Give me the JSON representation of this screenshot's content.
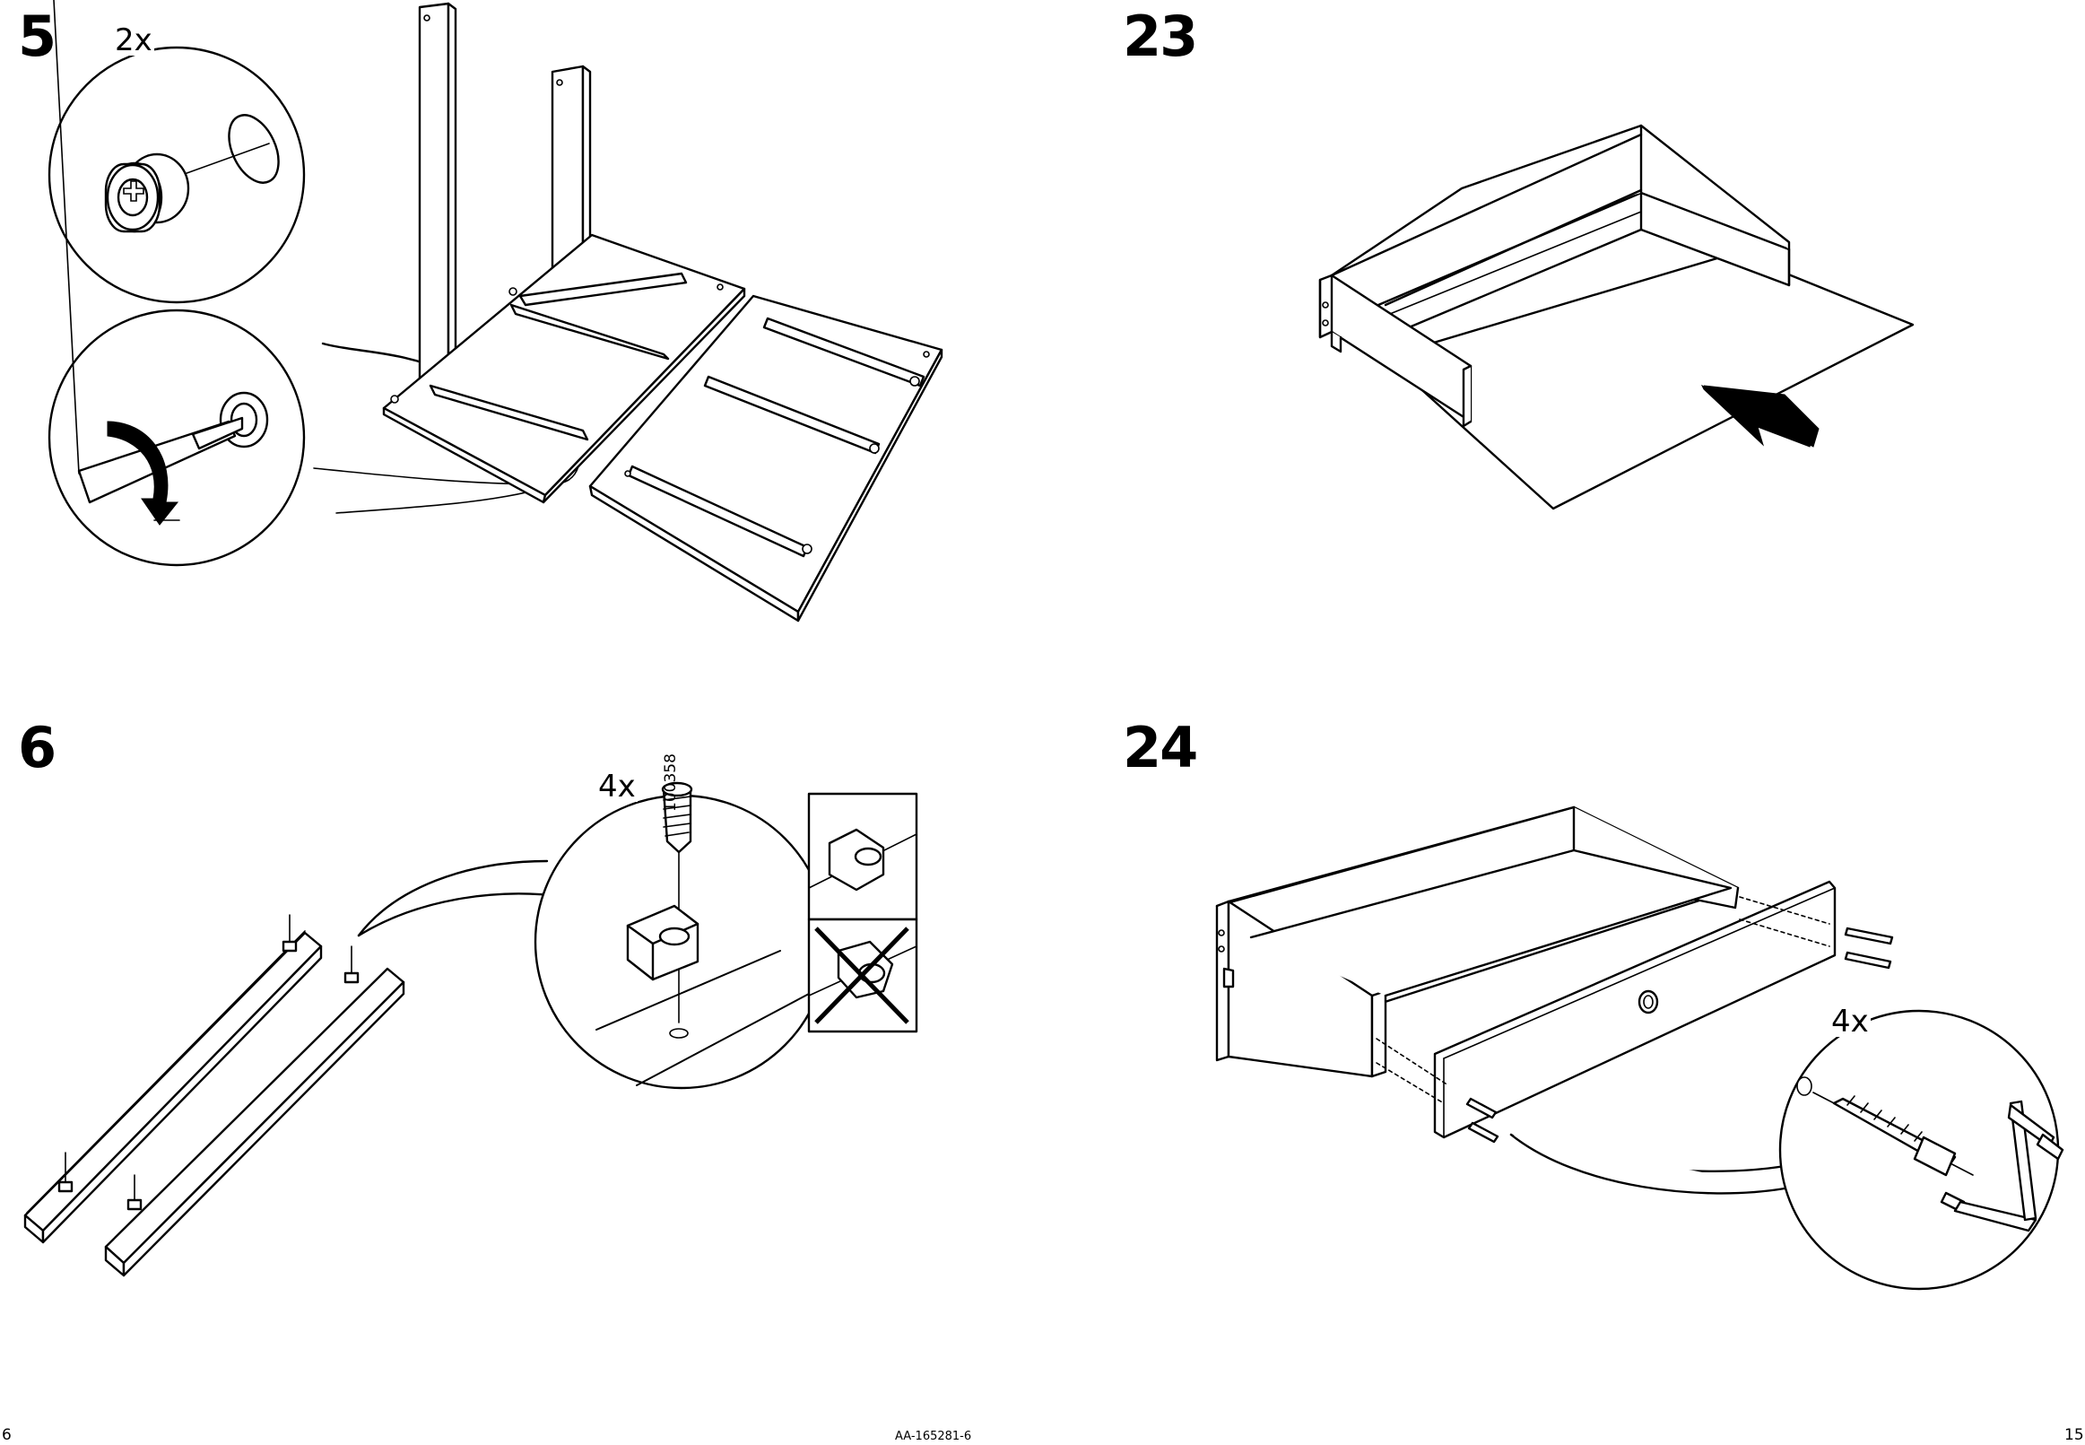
{
  "steps": [
    {
      "number": "5",
      "callout_quantity": "2x"
    },
    {
      "number": "23"
    },
    {
      "number": "6",
      "callout_quantity": "4x",
      "part_number": "100358"
    },
    {
      "number": "24",
      "callout_quantity": "4x"
    }
  ],
  "footer": {
    "left_page": "6",
    "document_id": "AA-165281-6",
    "right_page": "15"
  }
}
